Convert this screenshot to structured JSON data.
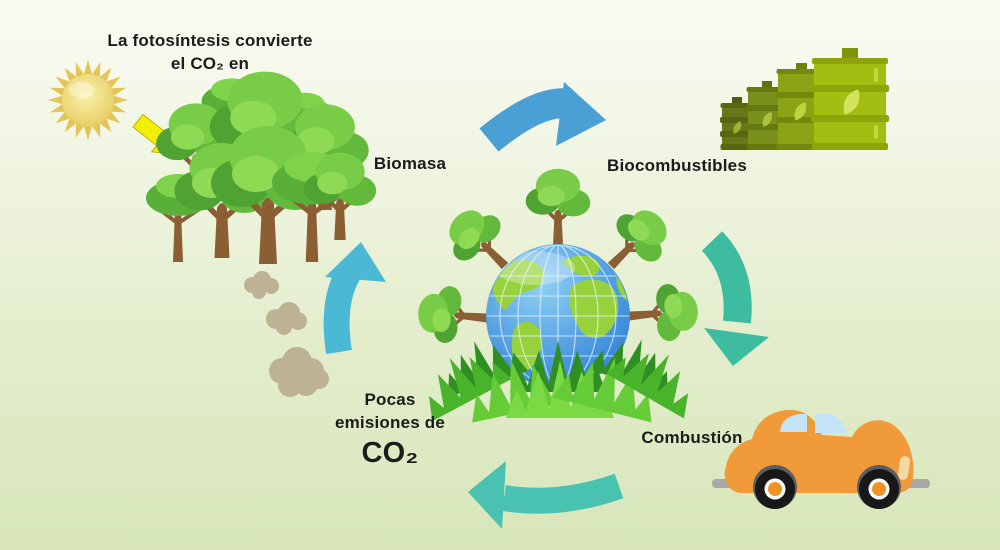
{
  "title": {
    "line1": "La fotosíntesis convierte",
    "line2": "el CO₂ en"
  },
  "labels": {
    "biomasa": "Biomasa",
    "biocombustibles": "Biocombustibles",
    "combustion": "Combustión",
    "emisiones_line1": "Pocas",
    "emisiones_line2": "emisiones de",
    "emisiones_line3": "CO₂"
  },
  "icons": {
    "sun": "sun-icon",
    "sunlight_arrow": "sunlight-arrow-icon",
    "forest": "forest-icon",
    "globe": "earth-globe-icon",
    "barrels": "biofuel-barrels-icon",
    "car": "car-icon",
    "smoke": "smoke-clouds-icon",
    "cycle_arrows": [
      "arrow-biomass-to-biofuels-icon",
      "arrow-biofuels-to-combustion-icon",
      "arrow-combustion-to-emissions-icon",
      "arrow-emissions-to-forest-icon"
    ]
  },
  "colors": {
    "arrow_biomass_to_biofuels": "#4aa0d4",
    "arrow_biofuels_to_combustion": "#3dbc9f",
    "arrow_combustion_to_emissions": "#49c2b1",
    "arrow_emissions_to_forest": "#4bb8d4",
    "sun_rays": "#e3c455",
    "sun_core_light": "#faf2ae",
    "sun_core_deep": "#e4cd62",
    "sunlight_arrow": "#f2ef05",
    "smoke": "#bdb294",
    "car_body": "#f09a3a",
    "globe_ocean_light": "#8fd0f4",
    "globe_ocean_deep": "#2e7fd6",
    "globe_land": "#97d23c",
    "barrels": [
      "#66781a",
      "#79901a",
      "#8ba314",
      "#a4bd12"
    ],
    "text": "#1b1b1b",
    "background_top": "#f9fbf2",
    "background_bottom": "#d8e6ba"
  }
}
